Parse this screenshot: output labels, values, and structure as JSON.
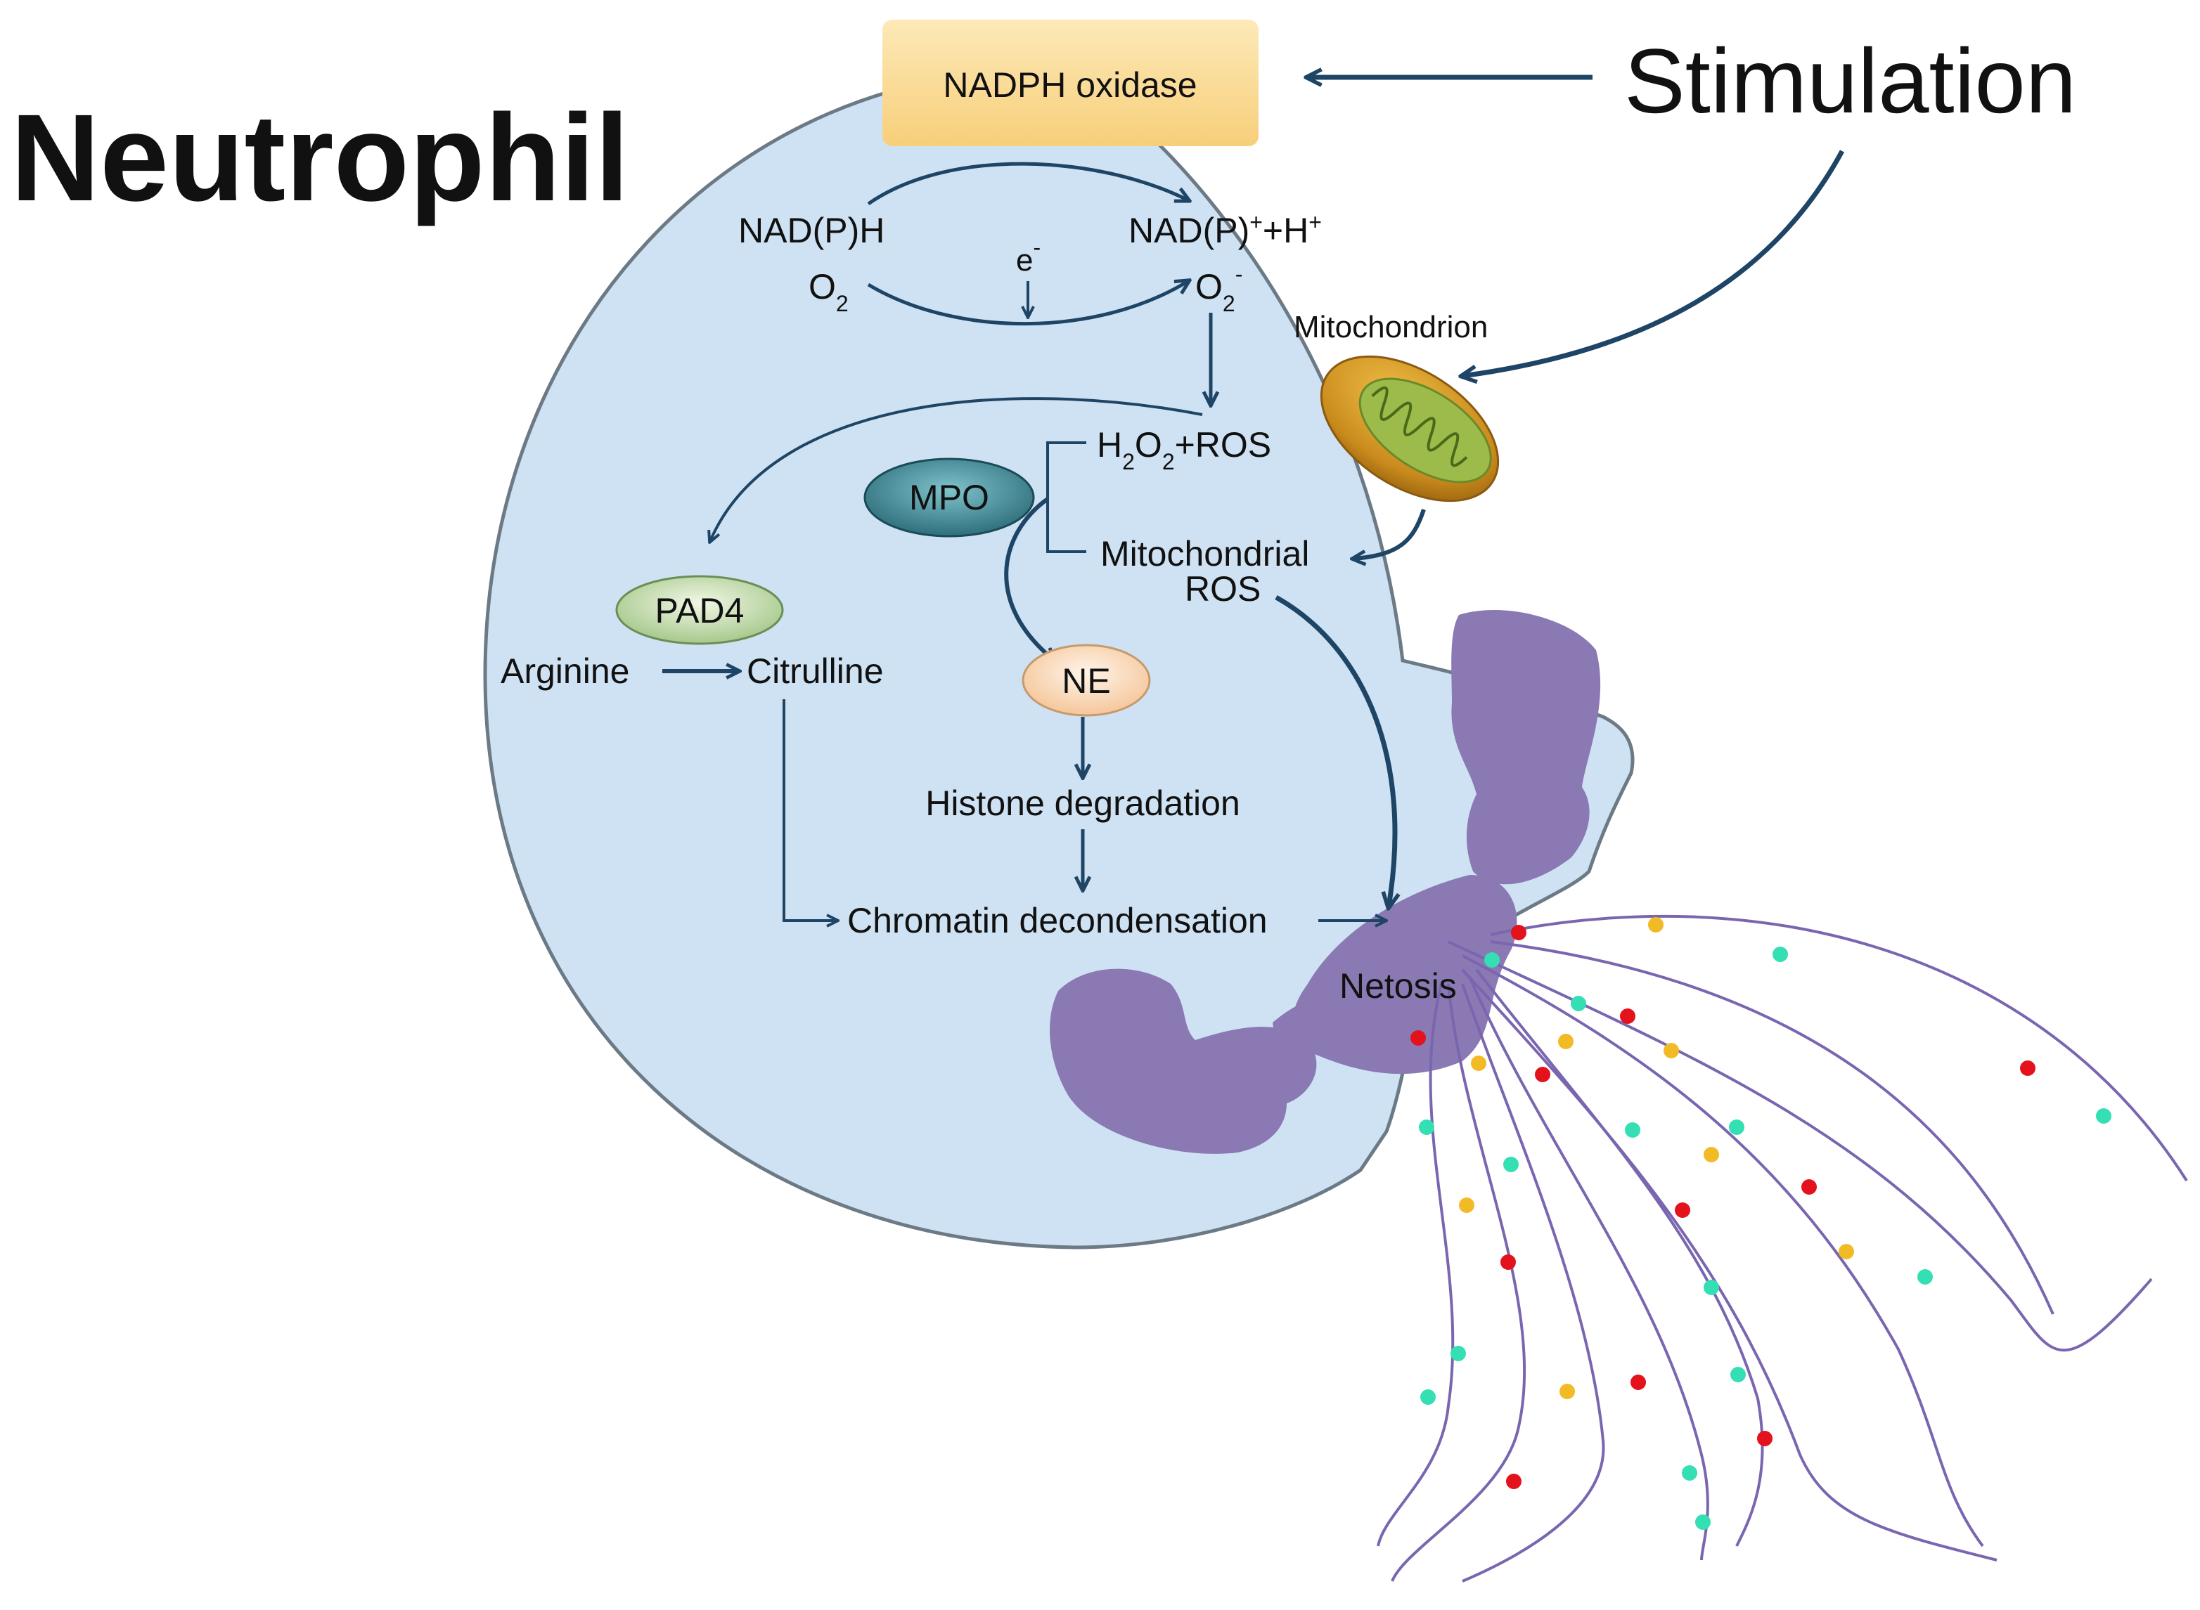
{
  "title": "Neutrophil",
  "stimulation": "Stimulation",
  "nadph_oxidase": "NADPH oxidase",
  "reaction": {
    "nadph": "NAD(P)H",
    "oxygen": "O",
    "oxygen_sub": "2",
    "electron": "e",
    "electron_sup": "-",
    "nadp_product": "NAD(P)",
    "nadp_plus": "+",
    "plus_h": "+H",
    "h_plus": "+",
    "superoxide": "O",
    "superoxide_sub": "2",
    "superoxide_sup": "-"
  },
  "mitochondrion": "Mitochondrion",
  "h2o2": {
    "h": "H",
    "sub1": "2",
    "o": "O",
    "sub2": "2",
    "rest": "+ROS"
  },
  "mpo": "MPO",
  "mito_ros": {
    "line1": "Mitochondrial",
    "line2": "ROS"
  },
  "pad4": "PAD4",
  "arginine": "Arginine",
  "citrulline": "Citrulline",
  "ne": "NE",
  "histone": "Histone degradation",
  "chromatin": "Chromatin decondensation",
  "netosis": "Netosis",
  "colors": {
    "cell_fill": "#cfe2f3",
    "cell_stroke": "#6c7a86",
    "arrow": "#1e4566",
    "nucleus": "#8a79b3",
    "fiber": "#7a66b0",
    "dot_red": "#e3121c",
    "dot_yellow": "#f2bb26",
    "dot_teal": "#34dfb4"
  }
}
